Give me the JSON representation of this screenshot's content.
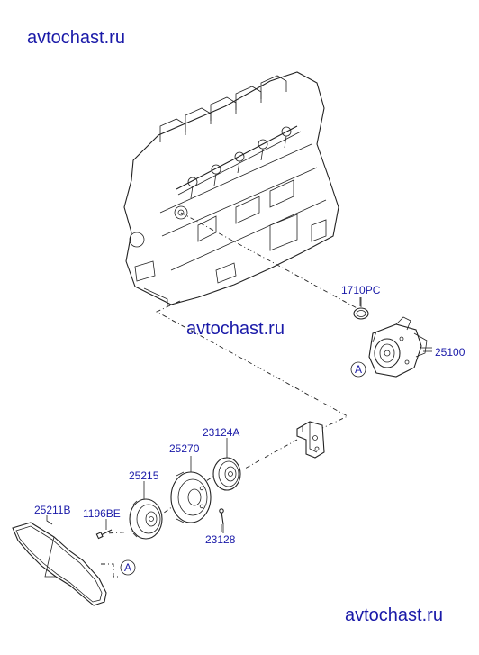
{
  "watermarks": [
    "avtochast.ru",
    "avtochast.ru",
    "avtochast.ru"
  ],
  "labels": {
    "p1710PC": "1710PC",
    "p25100": "25100",
    "p23124A": "23124A",
    "p25270": "25270",
    "p25215": "25215",
    "p25211B": "25211B",
    "p1196BE": "1196BE",
    "p23128": "23128",
    "refA1": "A",
    "refA2": "A"
  },
  "colors": {
    "label": "#1a1aa8",
    "line": "#222222"
  }
}
